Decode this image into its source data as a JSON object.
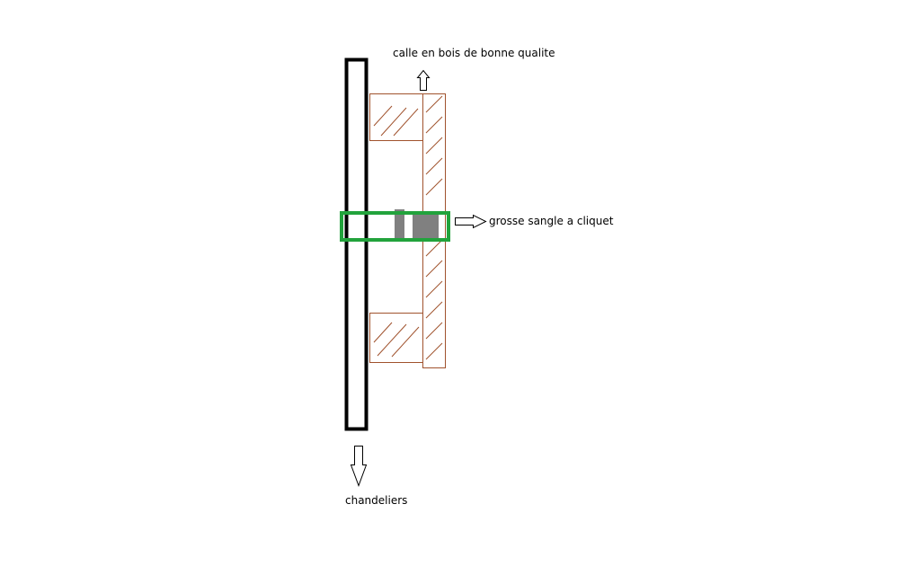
{
  "labels": {
    "wedge": "calle en bois de bonne qualite",
    "strap": "grosse sangle a cliquet",
    "post": "chandeliers"
  },
  "colors": {
    "post": "#000000",
    "wood": "#a0522d",
    "strap": "#22a33c",
    "buckle": "#808080",
    "arrow": "#000000"
  }
}
